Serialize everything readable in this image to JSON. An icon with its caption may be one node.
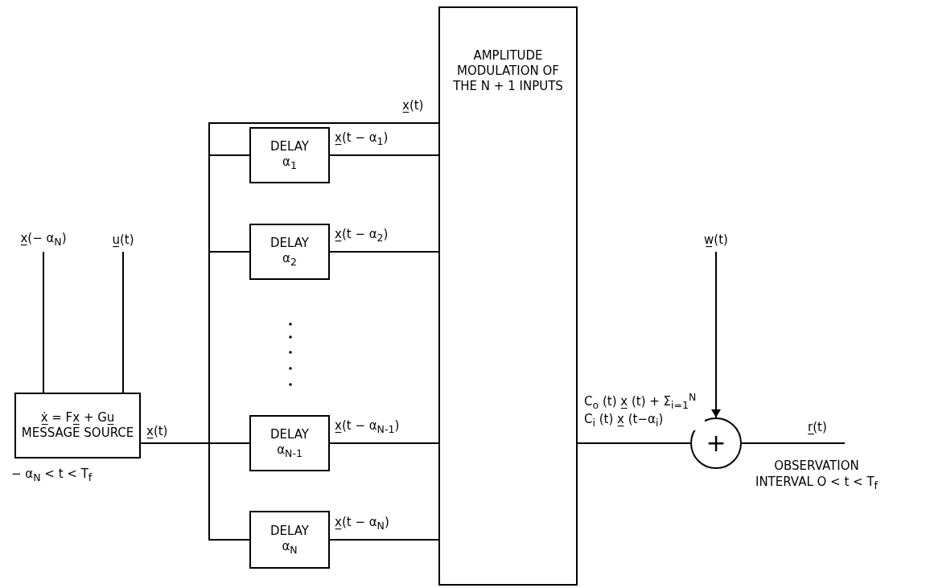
{
  "diagram": {
    "nodes": [
      {
        "text": [
          "x̲(− α$_{N}$)"
        ]
      },
      {
        "text": [
          "u̲(t)"
        ]
      },
      {
        "text": [
          "ẋ̲ = Fx̲ + Gu̲",
          "MESSAGE SOURCE"
        ],
        "beside": [
          "− α$_{N}$ < t < T$_{f}$"
        ]
      },
      {
        "text": [
          "DELAY",
          "α$_{1}$"
        ]
      },
      {
        "text": [
          "DELAY",
          "α$_{2}$"
        ]
      },
      {
        "text": [
          "DELAY",
          "α$_{N-1}$"
        ]
      },
      {
        "text": [
          "DELAY",
          "α$_{N}$"
        ]
      },
      {
        "text": [
          "AMPLITUDE MODULATION OF THE N + 1 INPUTS"
        ]
      },
      {
        "text": [
          "+"
        ],
        "beside": [
          "OBSERVATION INTERVAL O < t < T$_{f}$"
        ]
      },
      {
        "text": [
          "w̲(t)"
        ]
      }
    ],
    "edges": [
      {
        "from": 0,
        "to": 2,
        "arrow": "none"
      },
      {
        "from": 1,
        "to": 2,
        "arrow": "none"
      },
      {
        "from": 2,
        "to": 7,
        "arrow": "none",
        "label": "x̲(t)"
      },
      {
        "from": 2,
        "to": 3,
        "arrow": "none"
      },
      {
        "from": 2,
        "to": 4,
        "arrow": "none"
      },
      {
        "from": 2,
        "to": 5,
        "arrow": "none"
      },
      {
        "from": 2,
        "to": 6,
        "arrow": "none"
      },
      {
        "from": 3,
        "to": 7,
        "arrow": "none",
        "label": "x̲(t − α$_{1}$)"
      },
      {
        "from": 4,
        "to": 7,
        "arrow": "none",
        "label": "x̲(t − α$_{2}$)"
      },
      {
        "from": 5,
        "to": 7,
        "arrow": "none",
        "label": "x̲(t − α$_{N-1}$)"
      },
      {
        "from": 6,
        "to": 7,
        "arrow": "none",
        "label": "x̲(t − α$_{N}$)"
      },
      {
        "from": 7,
        "to": 8,
        "arrow": "none",
        "label": "C$_{o}$ (t) x̲ (t) + Σ$_{i=1}$$^{N}$ C$_{i}$ (t) x̲ (t−α$_{i}$)"
      },
      {
        "from": 9,
        "to": 8,
        "arrow": "to"
      },
      {
        "from": 8,
        "to": null,
        "arrow": "none",
        "label": "r̲(t)"
      }
    ],
    "labels": [
      "x̲(t)"
    ]
  }
}
